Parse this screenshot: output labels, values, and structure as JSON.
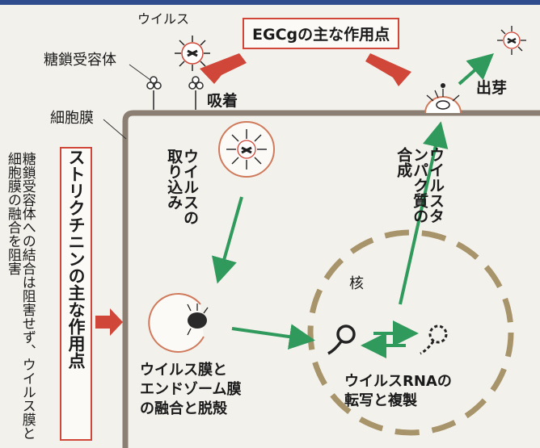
{
  "labels": {
    "virus": "ウイルス",
    "glycan_receptor": "糖鎖受容体",
    "adsorption": "吸着",
    "budding": "出芽",
    "cell_membrane": "細胞膜",
    "uptake": "ウイルスの取り込み",
    "protein_synthesis": "ウイルスタンパク質の合成",
    "nucleus": "核",
    "fusion_line1": "ウイルス膜と",
    "fusion_line2": "エンドゾーム膜",
    "fusion_line3": "の融合と脱殻",
    "rna_line1": "ウイルスRNAの",
    "rna_line2": "転写と複製",
    "side_note": "糖鎖受容体への結合は阻害せず、ウイルス膜と細胞膜の融合を阻害"
  },
  "boxes": {
    "egcg": "EGCgの主な作用点",
    "strychnine": "ストリクチニンの主な作用点"
  },
  "colors": {
    "membrane": "#8a7f72",
    "red_arrow": "#d0473a",
    "green_arrow": "#2f9a5c",
    "nucleus_dash": "#a8946a",
    "virus_envelope": "#e08a6a"
  }
}
